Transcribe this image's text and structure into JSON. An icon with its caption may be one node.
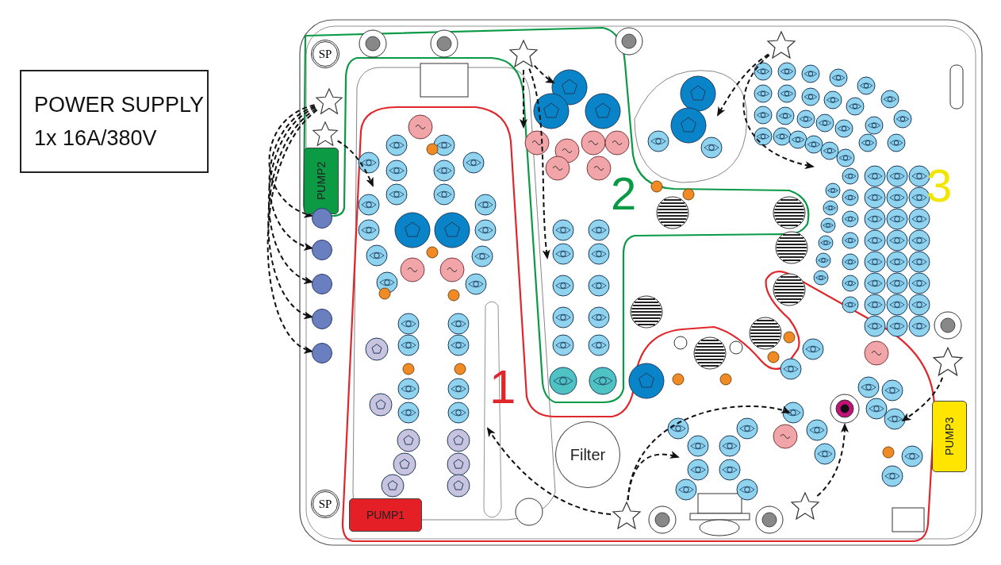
{
  "diagram": {
    "nodes": [
      {
        "text": [
          "POWER SUPPLY",
          "1x 16A/380V"
        ]
      },
      {
        "text": [
          "SP"
        ]
      },
      {
        "text": [],
        "shape": "star"
      },
      {
        "text": [],
        "shape": "star"
      },
      {
        "text": [],
        "shape": "star"
      },
      {
        "text": [],
        "shape": "star"
      },
      {
        "text": [
          "PUMP2"
        ]
      },
      {
        "text": [],
        "shape": "circle"
      },
      {
        "text": [],
        "shape": "circle"
      },
      {
        "text": [],
        "shape": "circle"
      },
      {
        "text": [],
        "shape": "circle"
      },
      {
        "text": [],
        "shape": "circle"
      },
      {
        "text": [
          "Filter"
        ]
      },
      {
        "text": [],
        "shape": "star"
      },
      {
        "text": [
          "PUMP3"
        ]
      },
      {
        "text": [
          "SP"
        ]
      },
      {
        "text": [],
        "shape": "star"
      },
      {
        "text": [],
        "shape": "star"
      },
      {
        "text": [
          "PUMP1"
        ]
      }
    ],
    "edges": [
      {
        "from": 4,
        "to": 7,
        "arrow": "to",
        "style": "dashed"
      },
      {
        "from": 4,
        "to": 8,
        "arrow": "to",
        "style": "dashed"
      },
      {
        "from": 4,
        "to": 9,
        "arrow": "to",
        "style": "dashed"
      },
      {
        "from": 4,
        "to": 10,
        "arrow": "to",
        "style": "dashed"
      },
      {
        "from": 4,
        "to": 11,
        "arrow": "to",
        "style": "dashed"
      },
      {
        "from": 5,
        "to": null,
        "arrow": "to",
        "style": "dashed"
      },
      {
        "from": 2,
        "to": null,
        "arrow": "to",
        "style": "dashed"
      },
      {
        "from": 2,
        "to": null,
        "arrow": "to",
        "style": "dashed"
      },
      {
        "from": 2,
        "to": null,
        "arrow": "to",
        "style": "dashed"
      },
      {
        "from": 3,
        "to": null,
        "arrow": "to",
        "style": "dashed"
      },
      {
        "from": 3,
        "to": null,
        "arrow": "to",
        "style": "dashed"
      },
      {
        "from": 16,
        "to": null,
        "arrow": "to",
        "style": "dashed"
      },
      {
        "from": 16,
        "to": null,
        "arrow": "to",
        "style": "dashed"
      },
      {
        "from": 16,
        "to": null,
        "arrow": "to",
        "style": "dashed"
      },
      {
        "from": 17,
        "to": null,
        "arrow": "to",
        "style": "dashed"
      },
      {
        "from": 13,
        "to": null,
        "arrow": "to",
        "style": "dashed"
      }
    ],
    "labels": [
      "1",
      "2",
      "3"
    ]
  }
}
